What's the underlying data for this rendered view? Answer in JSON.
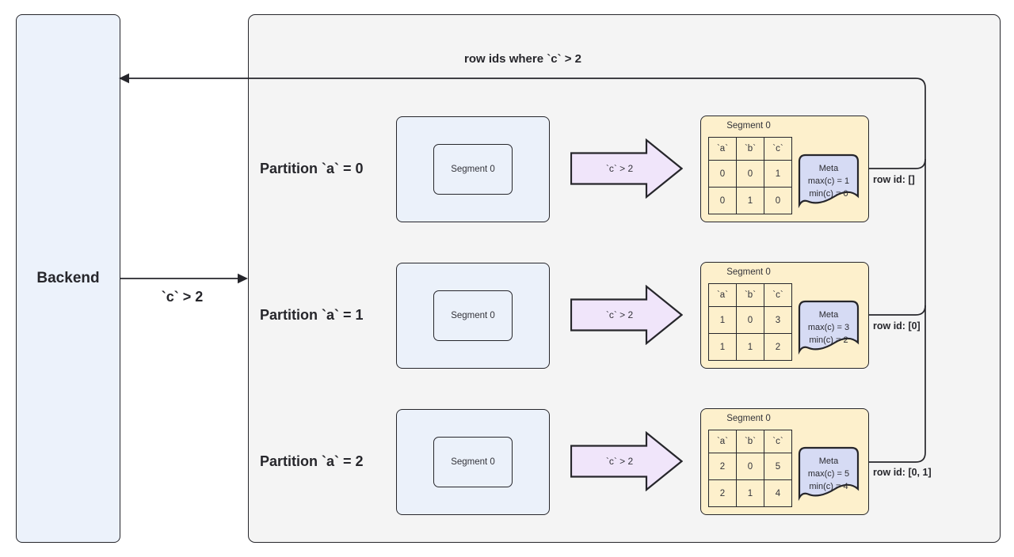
{
  "backend": {
    "label": "Backend"
  },
  "request_arrow": {
    "label": "`c` > 2"
  },
  "response_arrow": {
    "label": "row ids where `c` > 2"
  },
  "partitions": [
    {
      "label": "Partition `a` = 0",
      "segment": {
        "label": "Segment 0"
      },
      "filter_arrow": {
        "label": "`c` > 2"
      },
      "result": {
        "title": "Segment 0",
        "columns": [
          "`a`",
          "`b`",
          "`c`"
        ],
        "rows": [
          [
            "0",
            "0",
            "1"
          ],
          [
            "0",
            "1",
            "0"
          ]
        ],
        "meta": {
          "title": "Meta",
          "lines": [
            "max(c) = 1",
            "min(c) = 0"
          ]
        },
        "row_id_label": "row id: []"
      }
    },
    {
      "label": "Partition `a` = 1",
      "segment": {
        "label": "Segment 0"
      },
      "filter_arrow": {
        "label": "`c` > 2"
      },
      "result": {
        "title": "Segment 0",
        "columns": [
          "`a`",
          "`b`",
          "`c`"
        ],
        "rows": [
          [
            "1",
            "0",
            "3"
          ],
          [
            "1",
            "1",
            "2"
          ]
        ],
        "meta": {
          "title": "Meta",
          "lines": [
            "max(c) = 3",
            "min(c) = 2"
          ]
        },
        "row_id_label": "row id: [0]"
      }
    },
    {
      "label": "Partition `a` = 2",
      "segment": {
        "label": "Segment 0"
      },
      "filter_arrow": {
        "label": "`c` > 2"
      },
      "result": {
        "title": "Segment 0",
        "columns": [
          "`a`",
          "`b`",
          "`c`"
        ],
        "rows": [
          [
            "2",
            "0",
            "5"
          ],
          [
            "2",
            "1",
            "4"
          ]
        ],
        "meta": {
          "title": "Meta",
          "lines": [
            "max(c) = 5",
            "min(c) = 4"
          ]
        },
        "row_id_label": "row id: [0, 1]"
      }
    }
  ],
  "colors": {
    "stroke": "#26262b",
    "backend_fill": "#ecf2fb",
    "container_fill": "#f4f4f4",
    "segment_box_fill": "#ebf1fa",
    "filter_arrow_fill": "#f0e5fa",
    "result_card_fill": "#fdf0cc",
    "meta_fill": "#d6dbf4"
  }
}
